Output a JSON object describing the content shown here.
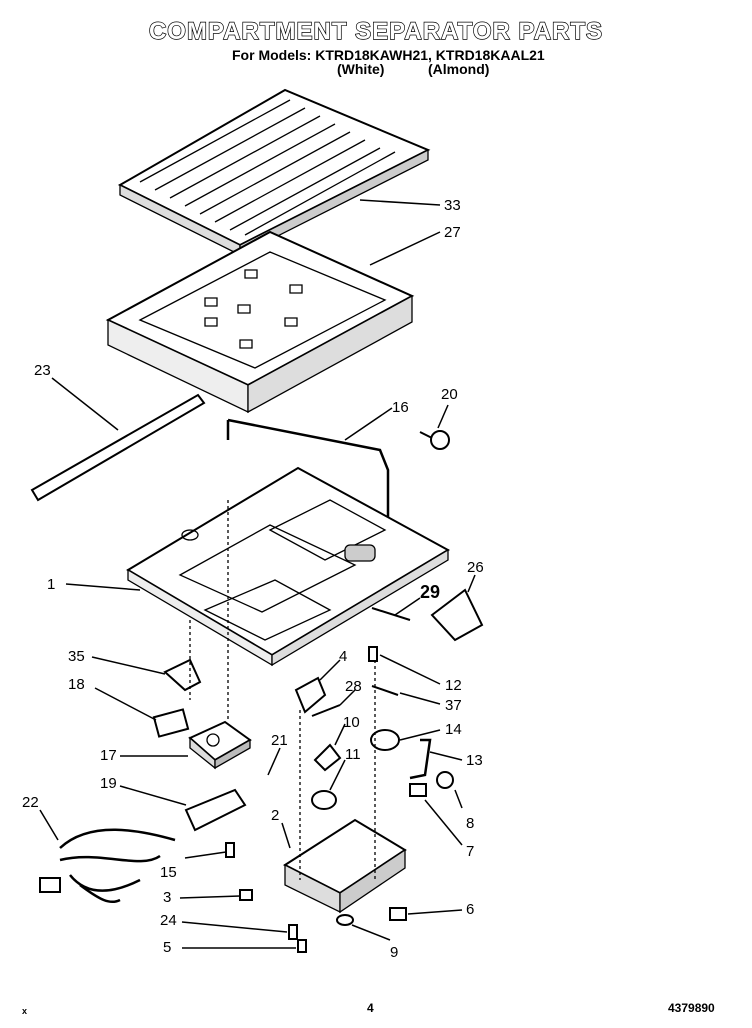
{
  "title": "COMPARTMENT SEPARATOR PARTS",
  "models_line": "For Models: KTRD18KAWH21, KTRD18KAAL21",
  "color_white": "(White)",
  "color_almond": "(Almond)",
  "callouts": [
    "33",
    "27",
    "23",
    "16",
    "20",
    "1",
    "29",
    "26",
    "35",
    "4",
    "12",
    "18",
    "28",
    "37",
    "10",
    "14",
    "17",
    "21",
    "11",
    "13",
    "19",
    "22",
    "8",
    "2",
    "7",
    "15",
    "3",
    "6",
    "24",
    "5",
    "9"
  ],
  "footer": {
    "left_mark": "x",
    "page": "4",
    "doc_number": "4379890"
  }
}
